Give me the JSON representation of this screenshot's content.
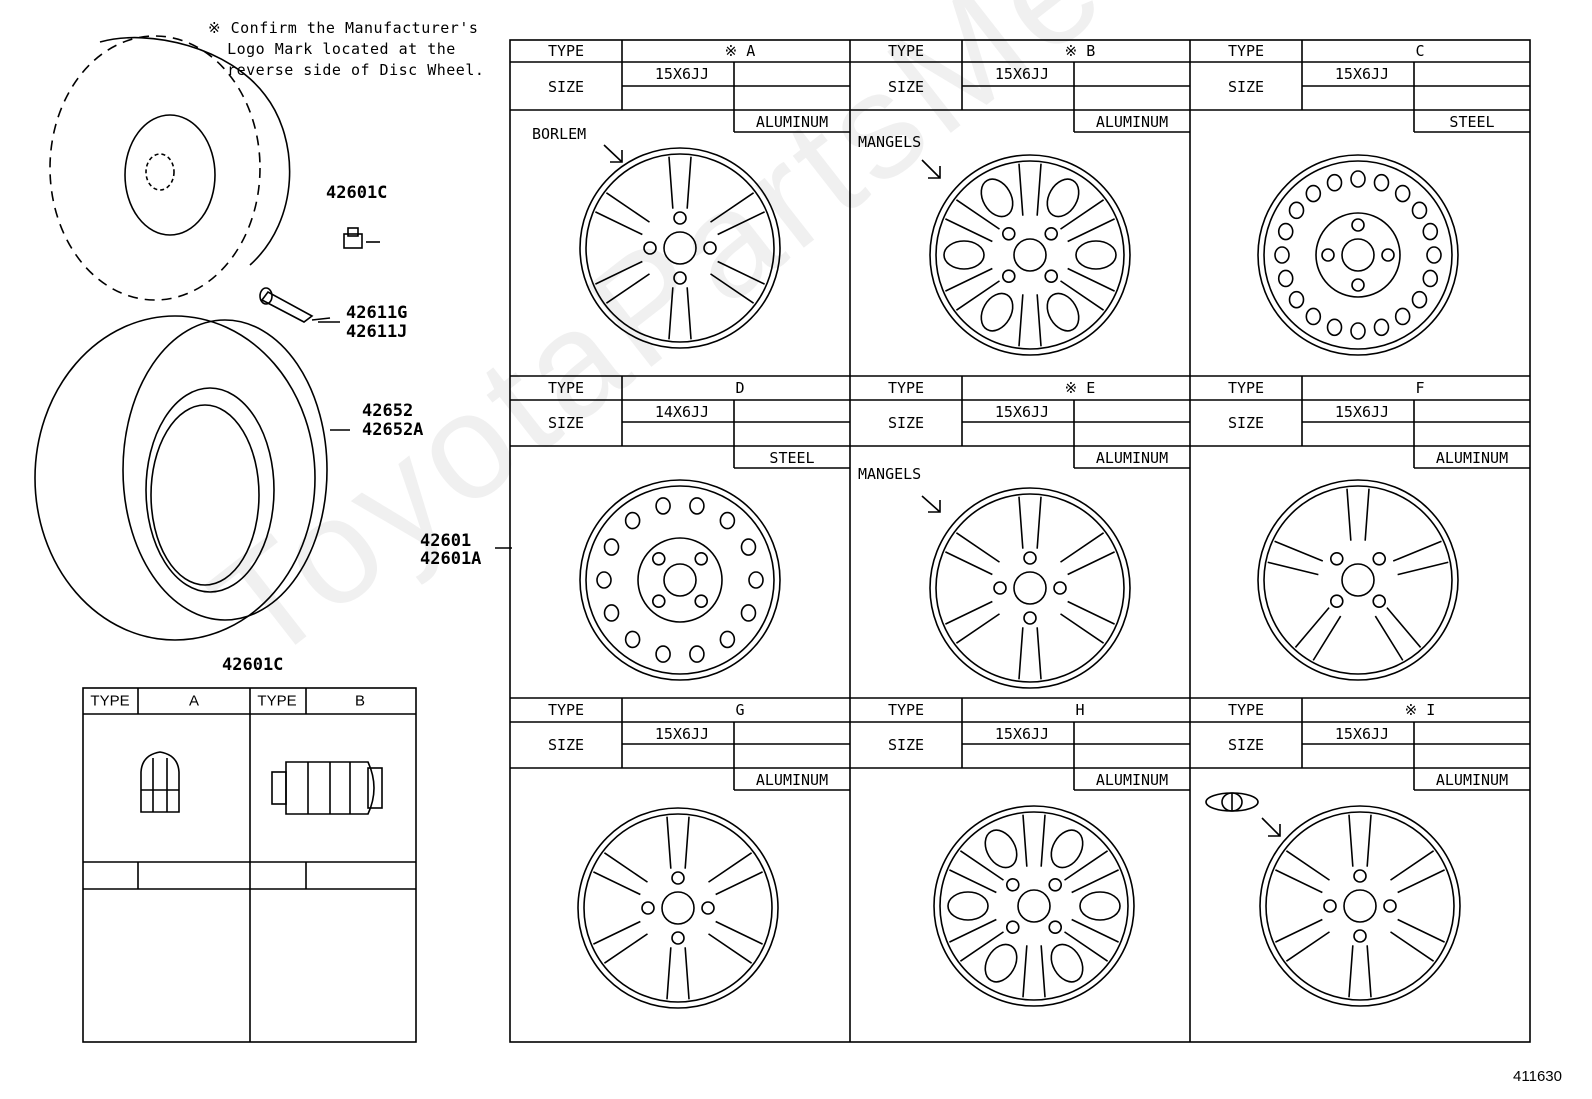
{
  "note": {
    "line1": "※ Confirm the Manufacturer's",
    "line2": "Logo Mark located at the",
    "line3": "reverse side of Disc Wheel."
  },
  "part_numbers": {
    "hub_nut": "42601C",
    "valve_1": "42611G",
    "valve_2": "42611J",
    "tire_1": "42652",
    "tire_2": "42652A",
    "wheel_1": "42601",
    "wheel_2": "42601A",
    "nut_table_title": "42601C"
  },
  "nut_table": {
    "type_label": "TYPE",
    "a": "A",
    "b": "B"
  },
  "wheel_table": {
    "type_label": "TYPE",
    "size_label": "SIZE",
    "cells": [
      {
        "type": "※ A",
        "size": "15X6JJ",
        "material": "ALUMINUM",
        "maker": "BORLEM"
      },
      {
        "type": "※ B",
        "size": "15X6JJ",
        "material": "ALUMINUM",
        "maker": "MANGELS"
      },
      {
        "type": "C",
        "size": "15X6JJ",
        "material": "STEEL",
        "maker": ""
      },
      {
        "type": "D",
        "size": "14X6JJ",
        "material": "STEEL",
        "maker": ""
      },
      {
        "type": "※ E",
        "size": "15X6JJ",
        "material": "ALUMINUM",
        "maker": "MANGELS"
      },
      {
        "type": "F",
        "size": "15X6JJ",
        "material": "ALUMINUM",
        "maker": ""
      },
      {
        "type": "G",
        "size": "15X6JJ",
        "material": "ALUMINUM",
        "maker": ""
      },
      {
        "type": "H",
        "size": "15X6JJ",
        "material": "ALUMINUM",
        "maker": ""
      },
      {
        "type": "※ I",
        "size": "15X6JJ",
        "material": "ALUMINUM",
        "maker": ""
      }
    ]
  },
  "watermark": "ToyotaPartsMe.ru",
  "diagram_number": "411630"
}
